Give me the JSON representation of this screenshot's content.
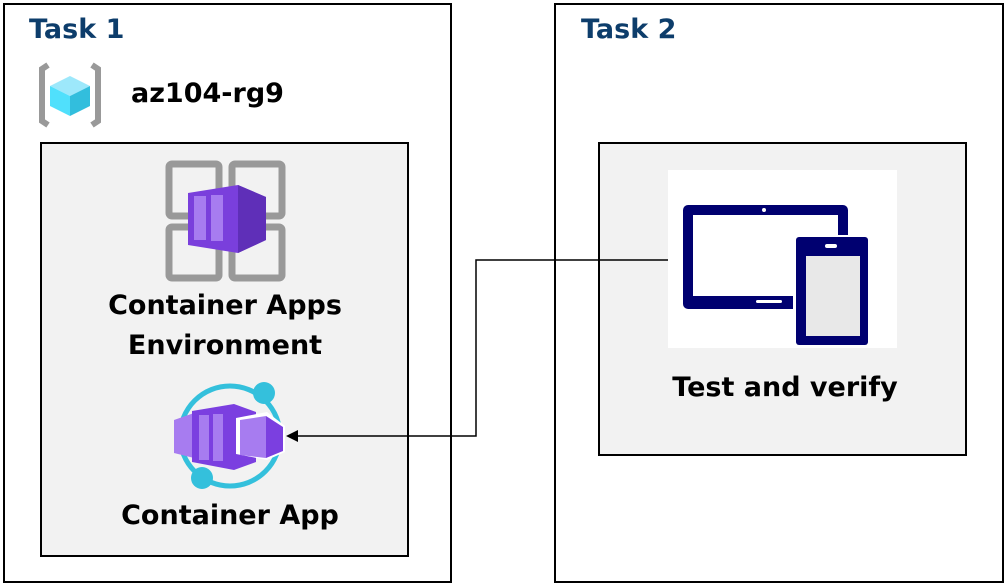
{
  "task1": {
    "title": "Task 1",
    "resource_group": "az104-rg9",
    "environment_label": "Container Apps Environment",
    "app_label": "Container App"
  },
  "task2": {
    "title": "Task 2",
    "verify_label": "Test and verify"
  },
  "colors": {
    "heading": "#0d3d6b",
    "container_purple": "#7b3fe0",
    "device_navy": "#000070",
    "connector_cyan": "#34c0dc"
  }
}
